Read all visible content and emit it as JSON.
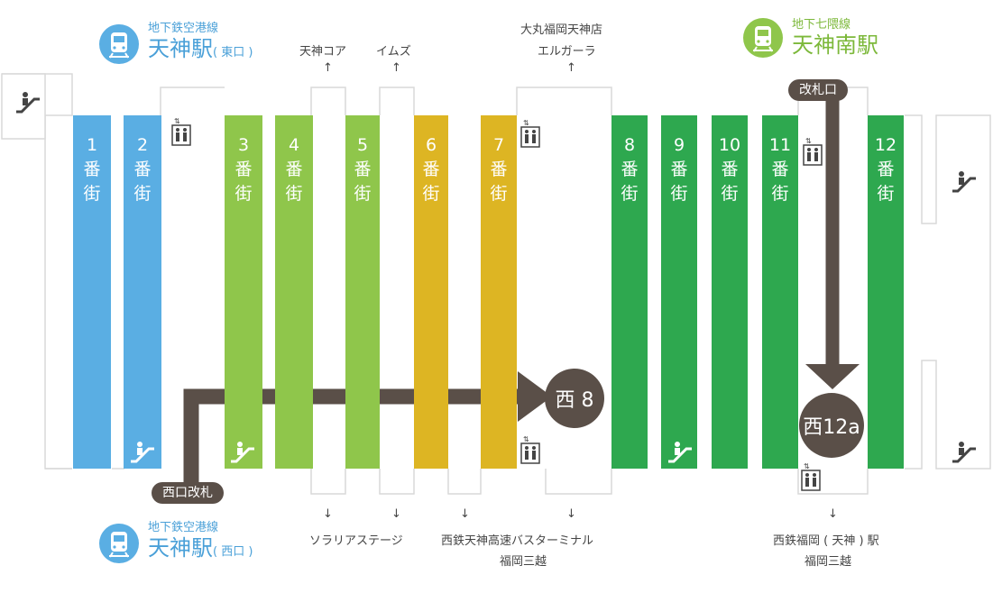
{
  "colors": {
    "blue": "#5aaee3",
    "light_green": "#8fc64b",
    "gold": "#ddb523",
    "green": "#2ea84f",
    "brown": "#5a4f48",
    "outline": "#d9d9d9"
  },
  "stations": {
    "airport_east": {
      "line": "地下鉄空港線",
      "name": "天神駅",
      "exit": "( 東口 )"
    },
    "nanakuma": {
      "line": "地下七隈線",
      "name": "天神南駅"
    },
    "airport_west": {
      "line": "地下鉄空港線",
      "name": "天神駅",
      "exit": "( 西口 )"
    }
  },
  "streets": [
    {
      "number": "1",
      "suffix1": "番",
      "suffix2": "街"
    },
    {
      "number": "2",
      "suffix1": "番",
      "suffix2": "街"
    },
    {
      "number": "3",
      "suffix1": "番",
      "suffix2": "街"
    },
    {
      "number": "4",
      "suffix1": "番",
      "suffix2": "街"
    },
    {
      "number": "5",
      "suffix1": "番",
      "suffix2": "街"
    },
    {
      "number": "6",
      "suffix1": "番",
      "suffix2": "街"
    },
    {
      "number": "7",
      "suffix1": "番",
      "suffix2": "街"
    },
    {
      "number": "8",
      "suffix1": "番",
      "suffix2": "街"
    },
    {
      "number": "9",
      "suffix1": "番",
      "suffix2": "街"
    },
    {
      "number": "10",
      "suffix1": "番",
      "suffix2": "街"
    },
    {
      "number": "11",
      "suffix1": "番",
      "suffix2": "街"
    },
    {
      "number": "12",
      "suffix1": "番",
      "suffix2": "街"
    }
  ],
  "top_destinations": {
    "tenjin_core": "天神コア",
    "imz": "イムズ",
    "daimaru_1": "大丸福岡天神店",
    "daimaru_2": "エルガーラ",
    "up_arrow": "↑"
  },
  "bottom_destinations": {
    "solaria": "ソラリアステージ",
    "bus_terminal_1": "西鉄天神高速バスターミナル",
    "bus_terminal_2": "福岡三越",
    "nishitetsu_1": "西鉄福岡 ( 天神 ) 駅",
    "nishitetsu_2": "福岡三越",
    "down_arrow": "↓"
  },
  "gates": {
    "west_gate": "西口改札",
    "south_gate": "改札口"
  },
  "exits": {
    "west8": "西 8",
    "west12a": "西12a"
  },
  "icons": {
    "elevator": "elevator-icon",
    "escalator": "escalator-icon",
    "train": "train-icon"
  }
}
